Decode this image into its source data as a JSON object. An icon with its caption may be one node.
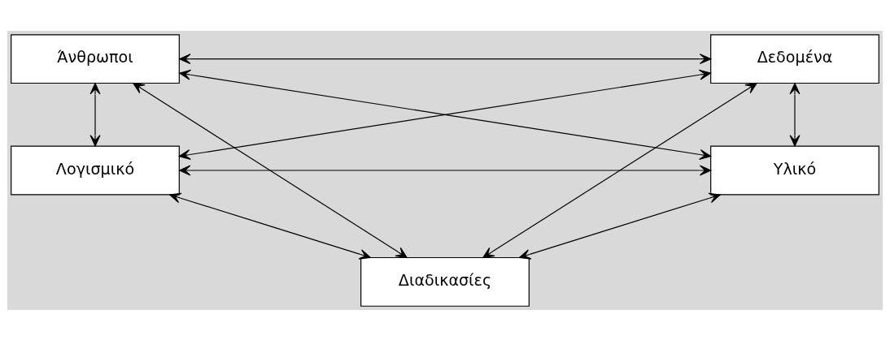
{
  "diagram": {
    "nodes": [
      {
        "text": [
          "Άνθρωποι"
        ]
      },
      {
        "text": [
          "Δεδομένα"
        ]
      },
      {
        "text": [
          "Λογισμικό"
        ]
      },
      {
        "text": [
          "Υλικό"
        ]
      },
      {
        "text": [
          "Διαδικασίες"
        ]
      }
    ],
    "edges": [
      {
        "from": 0,
        "to": 1,
        "arrow": "both"
      },
      {
        "from": 0,
        "to": 2,
        "arrow": "both"
      },
      {
        "from": 0,
        "to": 3,
        "arrow": "both"
      },
      {
        "from": 0,
        "to": 4,
        "arrow": "both"
      },
      {
        "from": 1,
        "to": 2,
        "arrow": "both"
      },
      {
        "from": 1,
        "to": 3,
        "arrow": "both"
      },
      {
        "from": 1,
        "to": 4,
        "arrow": "both"
      },
      {
        "from": 2,
        "to": 3,
        "arrow": "both"
      },
      {
        "from": 2,
        "to": 4,
        "arrow": "both"
      },
      {
        "from": 3,
        "to": 4,
        "arrow": "both"
      }
    ]
  }
}
